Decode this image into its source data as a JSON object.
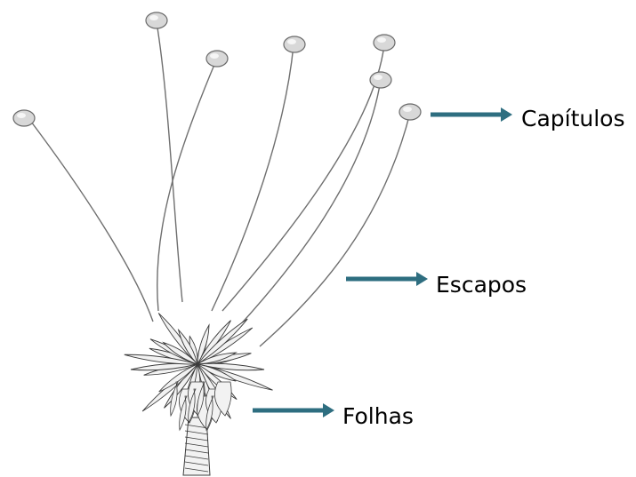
{
  "labels": {
    "capitulos": "Capítulos",
    "escapos": "Escapos",
    "folhas": "Folhas"
  },
  "colors": {
    "arrow": "#2e6e80",
    "capitulo_fill": "#d8d8d8",
    "capitulo_stroke": "#6a6a6a",
    "stem": "#6f6f6f",
    "leaf_stroke": "#3c3c3c",
    "leaf_fill": "#f2f2f2"
  },
  "icons": {
    "arrow": "right-arrow-icon"
  }
}
